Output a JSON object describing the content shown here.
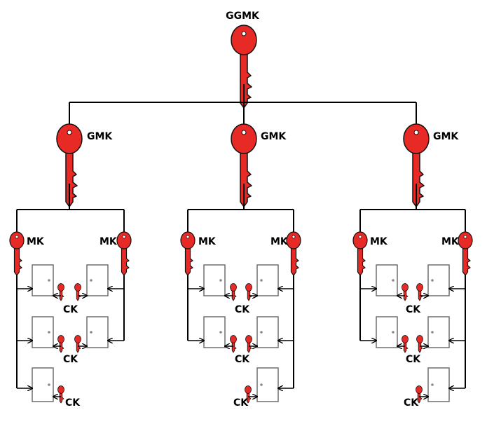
{
  "labels": {
    "ggmk": "GGMK",
    "gmk": "GMK",
    "mk": "MK",
    "ck": "CK"
  },
  "colors": {
    "key": "#e82a26",
    "key_outline": "#111111",
    "line": "#000000",
    "door": "#6f6f6f"
  },
  "icons": {
    "key": "key-icon",
    "door": "door-icon"
  }
}
